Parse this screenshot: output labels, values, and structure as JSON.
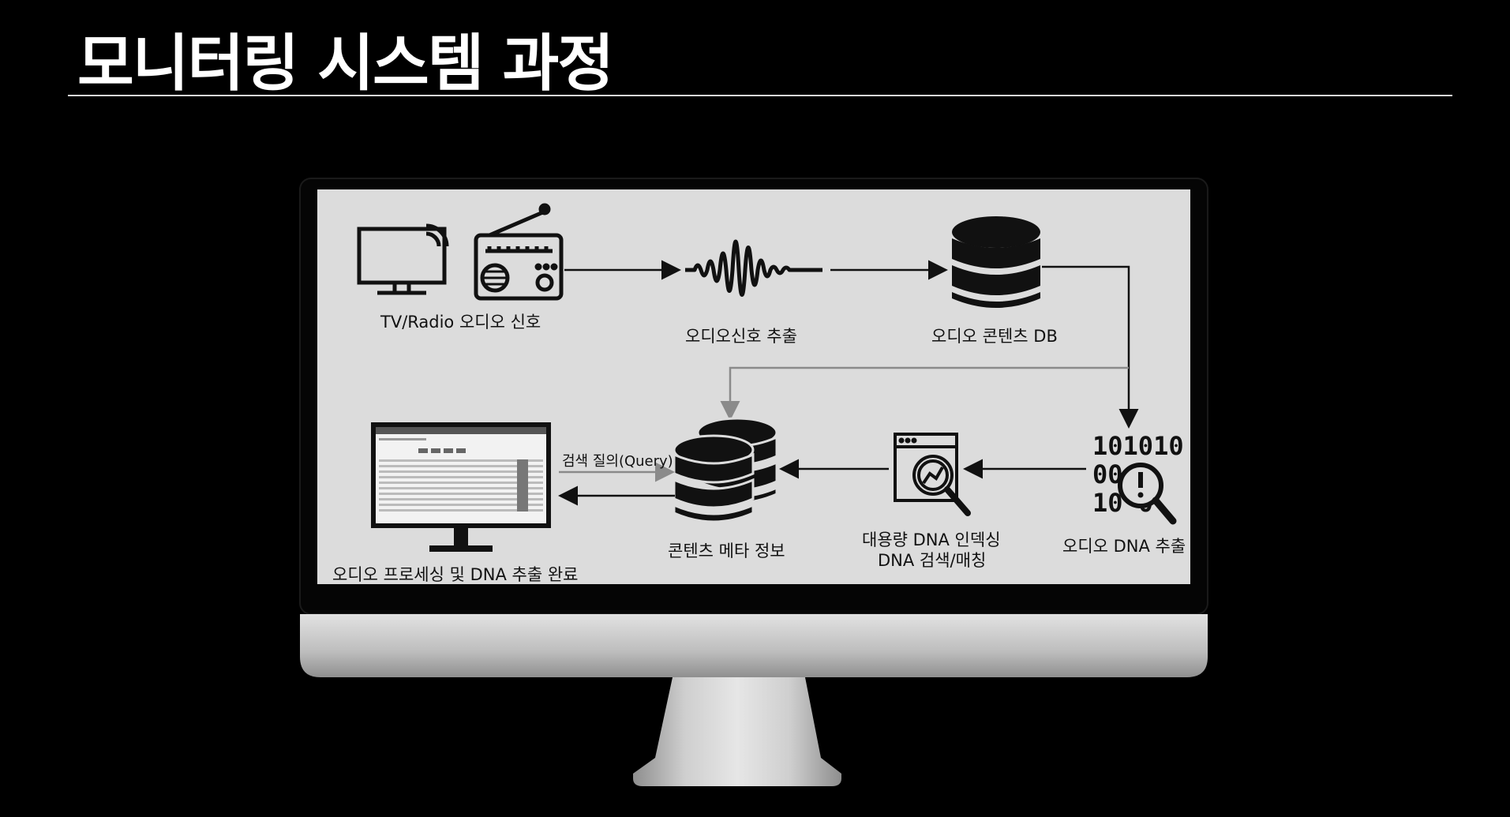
{
  "title": "모니터링 시스템 과정",
  "nodes": {
    "source": {
      "label": "TV/Radio 오디오 신호",
      "icons": [
        "tv-icon",
        "radio-icon"
      ]
    },
    "extract": {
      "label": "오디오신호 추출",
      "icon": "waveform-icon"
    },
    "audio_db": {
      "label": "오디오 콘텐츠 DB",
      "icon": "database-icon"
    },
    "dna_extract": {
      "label": "오디오 DNA 추출",
      "icon": "binary-search-icon"
    },
    "indexing": {
      "line1": "대용량 DNA 인덱싱",
      "line2": "DNA 검색/매칭",
      "icon": "web-analytics-icon"
    },
    "meta": {
      "label": "콘텐츠 메타 정보",
      "icon": "stacked-database-icon"
    },
    "complete": {
      "label": "오디오 프로세싱 및 DNA 추출 완료",
      "icon": "monitor-screenshot-icon"
    }
  },
  "edges": {
    "query_label": "검색 질의(Query)"
  },
  "colors": {
    "background": "#000000",
    "screen": "#dcdcdc",
    "ink": "#111111",
    "bezel": "#c8c8c8",
    "feedback_line": "#8a8a8a"
  }
}
